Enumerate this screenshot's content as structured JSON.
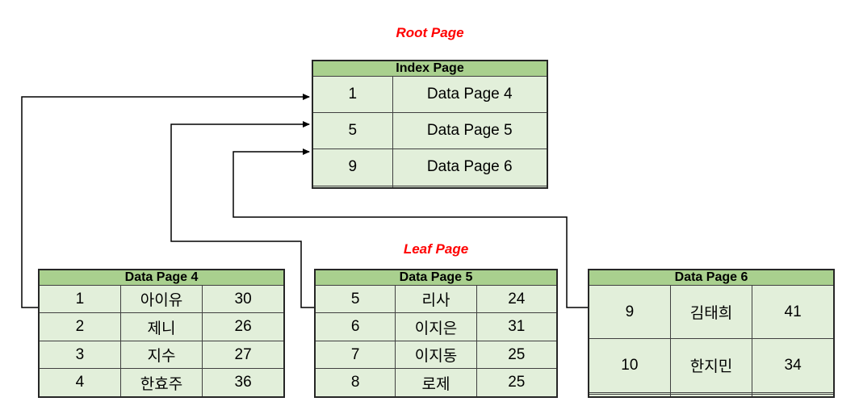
{
  "labels": {
    "root": "Root Page",
    "leaf": "Leaf Page"
  },
  "index_table": {
    "title": "Index Page",
    "rows": [
      [
        "1",
        "Data Page 4"
      ],
      [
        "5",
        "Data Page 5"
      ],
      [
        "9",
        "Data Page 6"
      ],
      [
        "",
        ""
      ]
    ]
  },
  "leaf_tables": [
    {
      "title": "Data Page 4",
      "rows": [
        [
          "1",
          "아이유",
          "30"
        ],
        [
          "2",
          "제니",
          "26"
        ],
        [
          "3",
          "지수",
          "27"
        ],
        [
          "4",
          "한효주",
          "36"
        ]
      ]
    },
    {
      "title": "Data Page 5",
      "rows": [
        [
          "5",
          "리사",
          "24"
        ],
        [
          "6",
          "이지은",
          "31"
        ],
        [
          "7",
          "이지동",
          "25"
        ],
        [
          "8",
          "로제",
          "25"
        ]
      ]
    },
    {
      "title": "Data Page 6",
      "rows": [
        [
          "9",
          "김태희",
          "41"
        ],
        [
          "10",
          "한지민",
          "34"
        ],
        [
          "",
          "",
          ""
        ],
        [
          "",
          "",
          ""
        ]
      ]
    }
  ],
  "colors": {
    "header_green": "#A9D08E",
    "cell_green": "#E2EFDA",
    "border": "#404040",
    "label_red": "#FF0000",
    "connector": "#000000"
  }
}
